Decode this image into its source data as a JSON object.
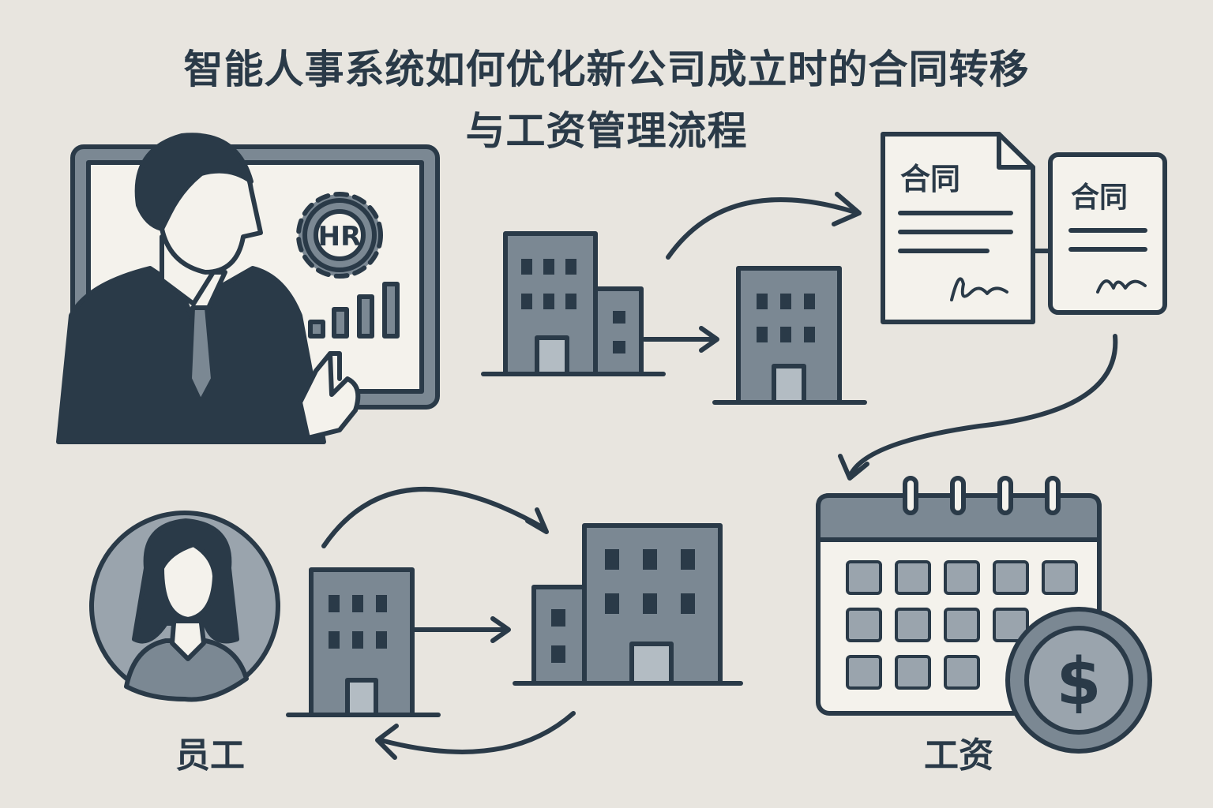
{
  "title": {
    "line1": "智能人事系统如何优化新公司成立时的合同转移",
    "line2": "与工资管理流程"
  },
  "hr_panel": {
    "badge": "HR"
  },
  "contracts": [
    {
      "label": "合同"
    },
    {
      "label": "合同"
    }
  ],
  "labels": {
    "employee": "员工",
    "salary": "工资",
    "currency_symbol": "$"
  },
  "colors": {
    "background": "#e8e5df",
    "dark": "#2a3a48",
    "mid": "#7b8893",
    "light": "#f4f2ec"
  }
}
